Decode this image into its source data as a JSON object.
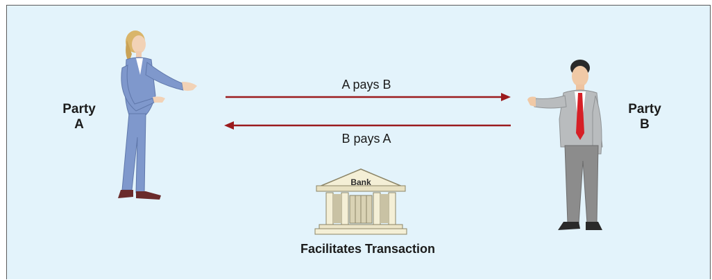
{
  "parties": {
    "a": {
      "line1": "Party",
      "line2": "A"
    },
    "b": {
      "line1": "Party",
      "line2": "B"
    }
  },
  "flows": [
    {
      "label": "A pays B",
      "direction": "A-to-B"
    },
    {
      "label": "B pays A",
      "direction": "B-to-A"
    }
  ],
  "bank": {
    "sign": "Bank",
    "caption": "Facilitates Transaction"
  },
  "colors": {
    "background": "#e3f3fb",
    "arrow": "#9b1b1e",
    "party_a_suit": "#7f98cc",
    "party_b_suit": "#b9bcbe",
    "tie": "#d61f26"
  }
}
